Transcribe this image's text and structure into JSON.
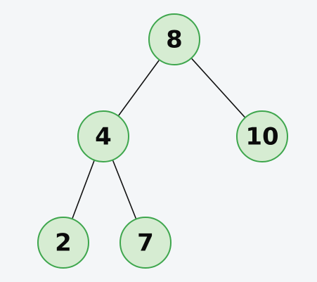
{
  "tree": {
    "nodes": [
      {
        "id": "n8",
        "label": "8"
      },
      {
        "id": "n4",
        "label": "4"
      },
      {
        "id": "n10",
        "label": "10"
      },
      {
        "id": "n2",
        "label": "2"
      },
      {
        "id": "n7",
        "label": "7"
      }
    ],
    "edges": [
      {
        "from": "n8",
        "to": "n4"
      },
      {
        "from": "n8",
        "to": "n10"
      },
      {
        "from": "n4",
        "to": "n2"
      },
      {
        "from": "n4",
        "to": "n7"
      }
    ],
    "colors": {
      "node_fill": "#d6ecd2",
      "node_stroke": "#3ea64d",
      "edge": "#111111",
      "background": "#f4f6f8",
      "text": "#0b0b0b"
    }
  }
}
